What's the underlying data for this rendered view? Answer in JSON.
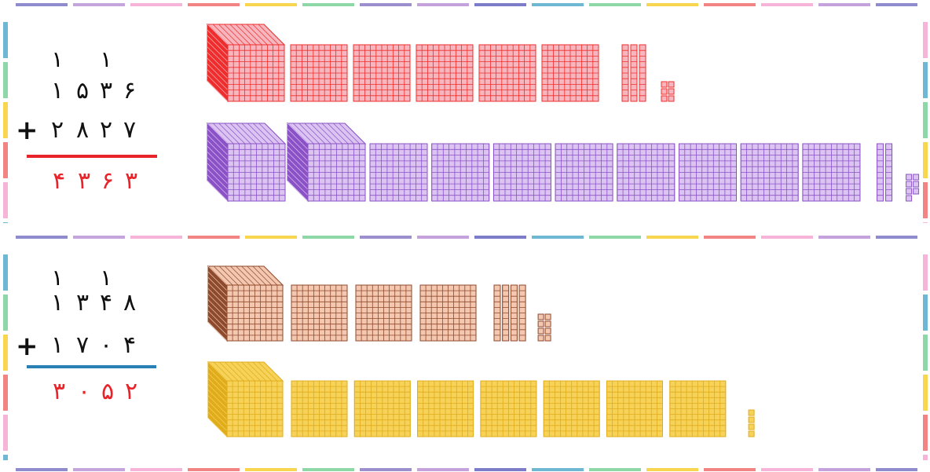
{
  "border_colors": [
    "#8e8ccf",
    "#c4a6dc",
    "#f6b4d8",
    "#f28483",
    "#f9d64f",
    "#8ed8a8",
    "#9c8fce",
    "#c6a2dc",
    "#7d7cc8",
    "#6fb8d4",
    "#8ed8a8",
    "#f9d64f",
    "#f28483",
    "#f6b4d8",
    "#c6a2dc"
  ],
  "side_colors": [
    "#6fb8d4",
    "#8ed8a8",
    "#f9d64f",
    "#f28483",
    "#f6b4d8"
  ],
  "problems": [
    {
      "carries": [
        "١",
        "",
        "١",
        ""
      ],
      "top_digits": [
        "١",
        "۵",
        "٣",
        "۶"
      ],
      "operator": "+",
      "bottom_digits": [
        "٢",
        "٨",
        "٢",
        "٧"
      ],
      "result_digits": [
        "۴",
        "٣",
        "۶",
        "٣"
      ],
      "carry_color": "#e8242a",
      "result_color": "#e8242a",
      "rule_color": "#e8242a",
      "rows": [
        {
          "name": "1536",
          "thousands": 1,
          "hundreds": 5,
          "tens": 3,
          "ones": 6,
          "color": "#ef2d2d",
          "light": "#f7b6bd"
        },
        {
          "name": "2827",
          "thousands": 2,
          "hundreds": 8,
          "tens": 2,
          "ones": 7,
          "color": "#8a52c6",
          "light": "#dcc4f2"
        }
      ]
    },
    {
      "carries": [
        "١",
        "",
        "١",
        ""
      ],
      "top_digits": [
        "١",
        "٣",
        "۴",
        "٨"
      ],
      "operator": "+",
      "bottom_digits": [
        "١",
        "٧",
        "٠",
        "۴"
      ],
      "result_digits": [
        "٣",
        "٠",
        "۵",
        "٢"
      ],
      "carry_color": "#e8242a",
      "result_color": "#e8242a",
      "rule_color": "#2a7fb5",
      "rows": [
        {
          "name": "1348",
          "thousands": 1,
          "hundreds": 3,
          "tens": 4,
          "ones": 8,
          "color": "#8e4a2c",
          "light": "#f4c7b1"
        },
        {
          "name": "1704",
          "thousands": 1,
          "hundreds": 7,
          "tens": 0,
          "ones": 4,
          "color": "#e0ac1c",
          "light": "#f7d258"
        }
      ]
    }
  ]
}
